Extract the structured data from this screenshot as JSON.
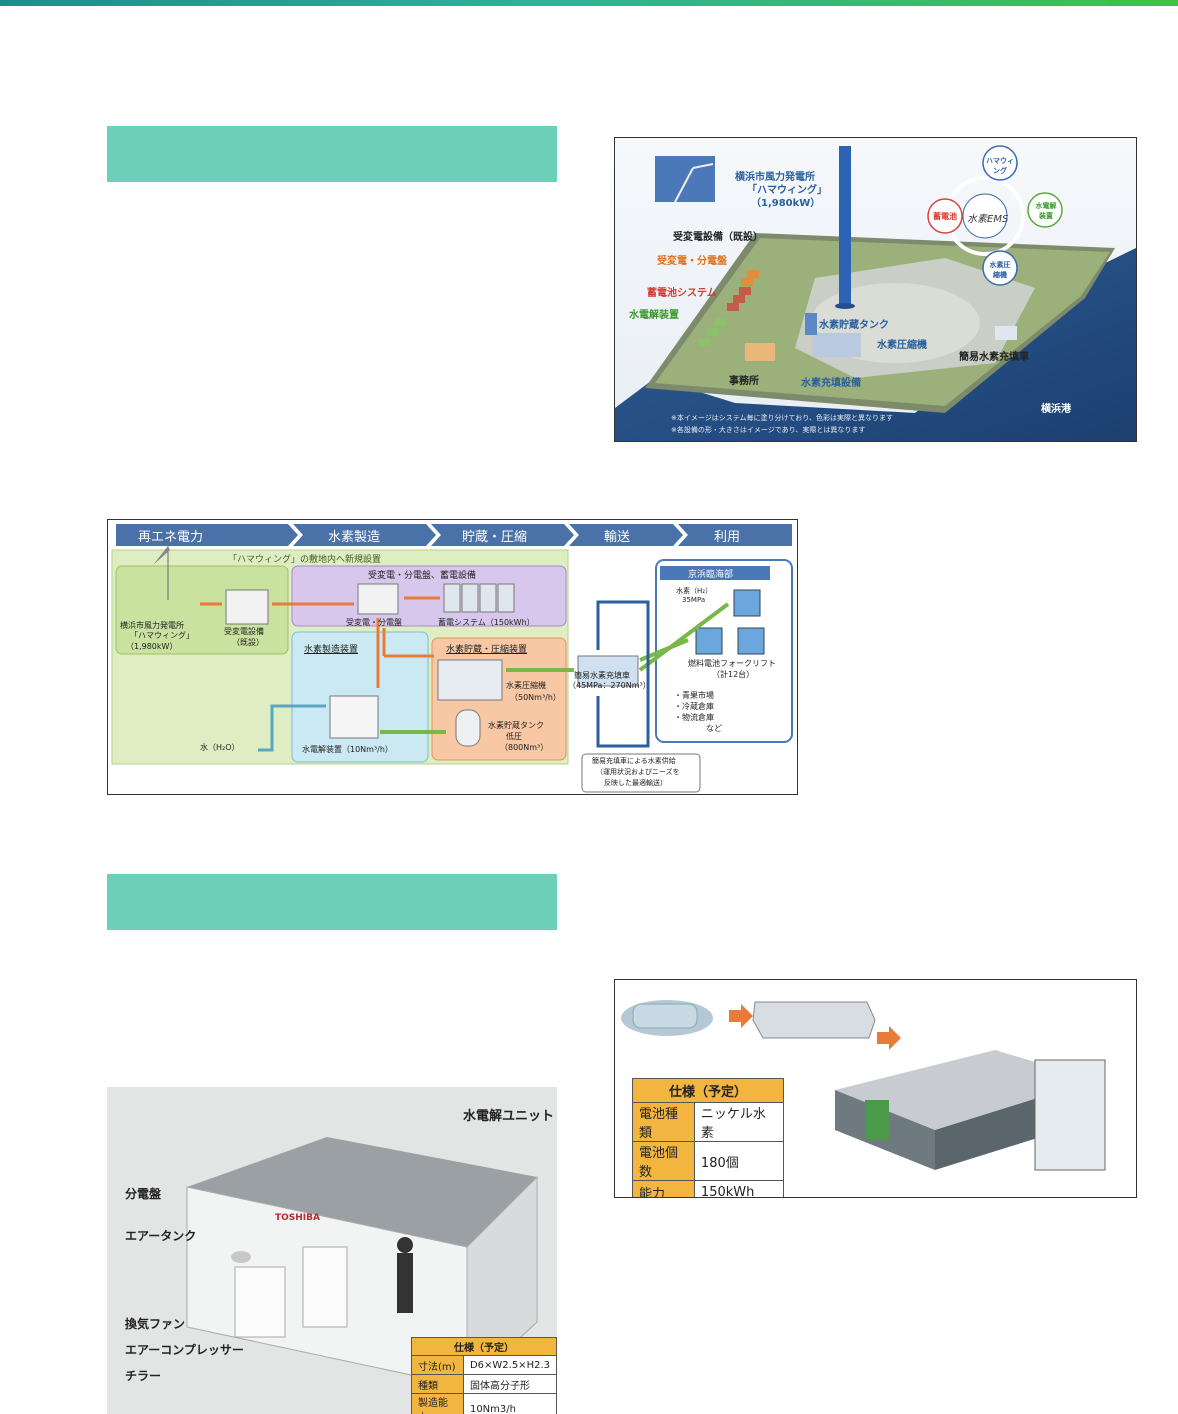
{
  "map": {
    "wind_title": "横浜市風力発電所",
    "wind_name": "「ハマウィング」",
    "wind_capacity": "（1,980kW）",
    "jukaden_existing": "受変電設備（既設）",
    "jukaden_bunden": "受変電・分電盤",
    "battery_system": "蓄電池システム",
    "electrolyzer": "水電解装置",
    "h2_tank": "水素貯蔵タンク",
    "h2_compressor": "水素圧縮機",
    "office": "事務所",
    "h2_filling": "水素充填設備",
    "truck": "簡易水素充填車",
    "port": "横浜港",
    "ems_center": "水素EMS",
    "ems_hama": "ハマウィング",
    "ems_battery": "蓄電池",
    "ems_electrolyzer": "水電解装置",
    "ems_compressor": "水素圧縮機",
    "note1": "※本イメージはシステム毎に塗り分けており、色彩は実際と異なります",
    "note2": "※各設備の形・大きさはイメージであり、実際とは異なります"
  },
  "flow": {
    "steps": [
      "再エネ電力",
      "水素製造",
      "貯蔵・圧縮",
      "輸送",
      "利用"
    ],
    "site_note": "「ハマウィング」の敷地内へ新規設置",
    "wind_l1": "横浜市風力発電所",
    "wind_l2": "「ハマウィング」",
    "wind_l3": "（1,980kW）",
    "jukaden_l1": "受変電設備",
    "jukaden_l2": "（既設）",
    "purple_title": "受変電・分電盤、蓄電設備",
    "bunden": "受変電・分電盤",
    "chikuden": "蓄電システム（150kWh）",
    "h2prod_title": "水素製造装置",
    "electrolyzer": "水電解装置（10Nm³/h）",
    "storage_title": "水素貯蔵・圧縮装置",
    "compressor_l1": "水素圧縮機",
    "compressor_l2": "（50Nm³/h）",
    "tank_l1": "水素貯蔵タンク",
    "tank_l2": "低圧",
    "tank_l3": "（800Nm³）",
    "water": "水（H₂O）",
    "truck_l1": "簡易水素充填車",
    "truck_l2": "（45MPa：270Nm³）",
    "supply_l1": "簡易充填車による水素供給",
    "supply_l2": "（運用状況およびニーズを",
    "supply_l3": "反映した最適輸送）",
    "keihin": "京浜臨海部",
    "h2_l1": "水素（H₂）",
    "h2_l2": "35MPa",
    "forklift_l1": "燃料電池フォークリフト",
    "forklift_l2": "（計12台）",
    "use1": "・青果市場",
    "use2": "・冷蔵倉庫",
    "use3": "・物流倉庫",
    "use4": "など"
  },
  "battery": {
    "spec_title": "仕様（予定）",
    "rows": [
      {
        "k": "電池種類",
        "v": "ニッケル水素"
      },
      {
        "k": "電池個数",
        "v": "180個"
      },
      {
        "k": "能力",
        "v": "150kWh"
      }
    ]
  },
  "unit": {
    "title": "水電解ユニット",
    "brand": "TOSHIBA",
    "l_bunden": "分電盤",
    "l_airtank": "エアータンク",
    "l_fan": "換気ファン",
    "l_compressor": "エアーコンプレッサー",
    "l_chiller": "チラー",
    "spec_title": "仕様（予定）",
    "rows": [
      {
        "k": "寸法(m)",
        "v": "D6×W2.5×H2.3"
      },
      {
        "k": "種類",
        "v": "固体高分子形"
      },
      {
        "k": "製造能力",
        "v": "10Nm3/h"
      }
    ]
  },
  "colors": {
    "band": "#6ccfb9",
    "accent_blue": "#2a5f9e",
    "orange": "#e87a3a",
    "green": "#7ab648",
    "spec_header": "#f2b640"
  }
}
